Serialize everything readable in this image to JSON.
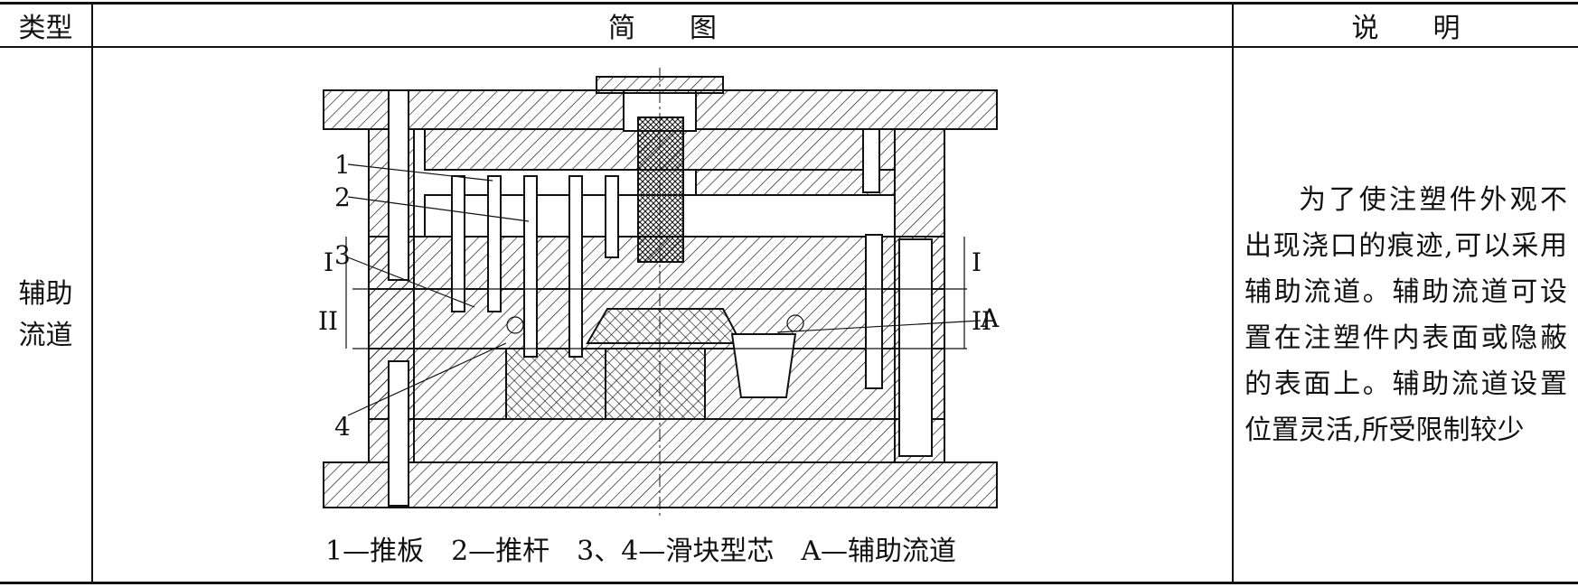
{
  "header": {
    "type": "类型",
    "diagram": "简　　图",
    "note": "说　　明"
  },
  "row": {
    "type_line1": "辅助",
    "type_line2": "流道",
    "description": "为了使注塑件外观不出现浇口的痕迹,可以采用辅助流道。辅助流道可设置在注塑件内表面或隐蔽的表面上。辅助流道设置位置灵活,所受限制较少",
    "caption": "1—推板　2—推杆　3、4—滑块型芯　A—辅助流道"
  },
  "labels": {
    "l1": "1",
    "l2": "2",
    "l3": "3",
    "l4": "4",
    "lA": "A",
    "left_I": "I",
    "left_II": "II",
    "right_I": "I",
    "right_II": "II"
  }
}
